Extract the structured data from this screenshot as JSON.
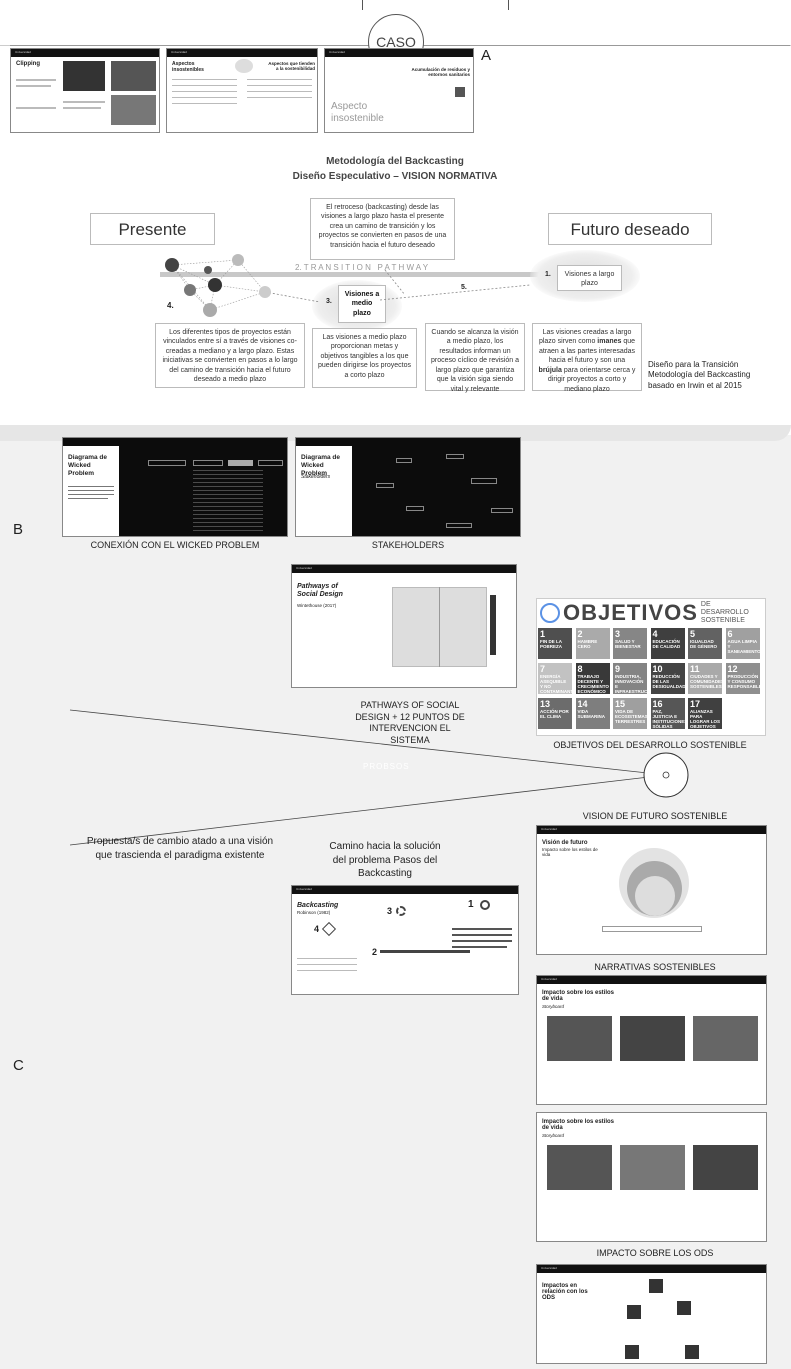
{
  "caso_label": "CASO",
  "section_a_label": "A",
  "section_b_label": "B",
  "section_c_label": "C",
  "case_slides": {
    "slide1_title": "Clipping",
    "slide2_title_left": "Aspectos insostenibles",
    "slide2_title_right": "Aspectos que tienden a la sostenibilidad",
    "slide3_heading": "Acumulación de residuos y entornos sanitarios",
    "slide3_big": "Aspecto insostenible"
  },
  "backcasting": {
    "title_line1": "Metodología del Backcasting",
    "title_line2": "Diseño Especulativo – VISION NORMATIVA",
    "presente": "Presente",
    "futuro": "Futuro deseado",
    "top_note": "El retroceso (backcasting) desde las visiones a largo plazo hasta el presente crea un camino de transición y los proyectos se convierten en pasos de una transición hacia el futuro deseado",
    "transition": "2. T R A N S I T I O N   P A T H W A Y",
    "step1": "1.",
    "long_term": "Visiones a largo plazo",
    "step3": "3.",
    "medium_term": "Visiones a medio plazo",
    "step4": "4.",
    "step5": "5.",
    "desc1": "Los diferentes tipos de proyectos están vinculados entre sí a través de visiones co-creadas a mediano y a largo plazo. Estas iniciativas se convierten en pasos a lo largo del camino de transición hacia el futuro deseado a medio plazo",
    "desc2": "Las visiones a medio plazo proporcionan metas y objetivos tangibles a los que pueden dirigirse los proyectos a corto plazo",
    "desc3": "Cuando se alcanza la visión a medio plazo, los resultados informan un proceso cíclico de revisión a largo plazo que garantiza que la visión siga siendo vital y relevante",
    "desc4_a": "Las visiones creadas a largo plazo sirven como ",
    "desc4_b": "imanes",
    "desc4_c": " que atraen a las partes interesadas hacia el futuro y son una ",
    "desc4_d": "brújula",
    "desc4_e": " para orientarse cerca y dirigir proyectos a corto y mediano plazo",
    "credit": "Diseño para la Transición Metodología del Backcasting basado en Irwin et al 2015"
  },
  "wicked": {
    "slide1_title": "Diagrama de Wicked Problem",
    "slide2_title": "Diagrama de Wicked Problem",
    "slide2_sub": "Stakeholders",
    "caption1": "CONEXIÓN CON EL WICKED PROBLEM",
    "caption2": "STAKEHOLDERS"
  },
  "pathways": {
    "slide_title": "Pathways of Social Design",
    "slide_sub": "Wintethouse (2017)",
    "caption": "PATHWAYS OF SOCIAL DESIGN + 12 PUNTOS DE INTERVENCION EL SISTEMA"
  },
  "ods": {
    "header": "OBJETIVOS",
    "header_small": "DE DESARROLLO SOSTENIBLE",
    "caption": "OBJETIVOS DEL DESARROLLO SOSTENIBLE",
    "tiles": [
      {
        "n": "1",
        "t": "FIN DE LA POBREZA",
        "c": "#e5243b"
      },
      {
        "n": "2",
        "t": "HAMBRE CERO",
        "c": "#dda63a"
      },
      {
        "n": "3",
        "t": "SALUD Y BIENESTAR",
        "c": "#4c9f38"
      },
      {
        "n": "4",
        "t": "EDUCACIÓN DE CALIDAD",
        "c": "#c5192d"
      },
      {
        "n": "5",
        "t": "IGUALDAD DE GÉNERO",
        "c": "#ff3a21"
      },
      {
        "n": "6",
        "t": "AGUA LIMPIA Y SANEAMIENTO",
        "c": "#26bde2"
      },
      {
        "n": "7",
        "t": "ENERGÍA ASEQUIBLE Y NO CONTAMINANTE",
        "c": "#fcc30b"
      },
      {
        "n": "8",
        "t": "TRABAJO DECENTE Y CRECIMIENTO ECONÓMICO",
        "c": "#a21942"
      },
      {
        "n": "9",
        "t": "INDUSTRIA, INNOVACIÓN E INFRAESTRUCTURA",
        "c": "#fd6925"
      },
      {
        "n": "10",
        "t": "REDUCCIÓN DE LAS DESIGUALDADES",
        "c": "#dd1367"
      },
      {
        "n": "11",
        "t": "CIUDADES Y COMUNIDADES SOSTENIBLES",
        "c": "#fd9d24"
      },
      {
        "n": "12",
        "t": "PRODUCCIÓN Y CONSUMO RESPONSABLES",
        "c": "#bf8b2e"
      },
      {
        "n": "13",
        "t": "ACCIÓN POR EL CLIMA",
        "c": "#3f7e44"
      },
      {
        "n": "14",
        "t": "VIDA SUBMARINA",
        "c": "#0a97d9"
      },
      {
        "n": "15",
        "t": "VIDA DE ECOSISTEMAS TERRESTRES",
        "c": "#56c02b"
      },
      {
        "n": "16",
        "t": "PAZ, JUSTICIA E INSTITUCIONES SÓLIDAS",
        "c": "#00689d"
      },
      {
        "n": "17",
        "t": "ALIANZAS PARA LOGRAR LOS OBJETIVOS",
        "c": "#19486a"
      }
    ]
  },
  "probsos": "PROBSOS",
  "vision_caption": "VISION DE FUTURO SOSTENIBLE",
  "vision_slide_title": "Visión de futuro",
  "vision_slide_sub": "Impacto sobre los estilos de vida",
  "propuesta": "Propuesta/s de cambio atado a una visión que trascienda el paradigma existente",
  "camino": "Camino hacia la solución del problema Pasos del Backcasting",
  "backcasting_slide": {
    "title": "Backcasting",
    "sub": "Robinson (1982)",
    "step1": "1",
    "step2": "2",
    "step3": "3",
    "step4": "4"
  },
  "narrativas_caption": "NARRATIVAS SOSTENIBLES",
  "impacto_slide1": {
    "title": "Impacto sobre los estilos de vida",
    "sub": "Storyboard"
  },
  "impacto_slide2": {
    "title": "Impacto sobre los estilos de vida",
    "sub": "Storyboard"
  },
  "impacto_caption": "IMPACTO SOBRE LOS ODS",
  "ods_slide": {
    "title": "Impactos en relación con los ODS"
  }
}
